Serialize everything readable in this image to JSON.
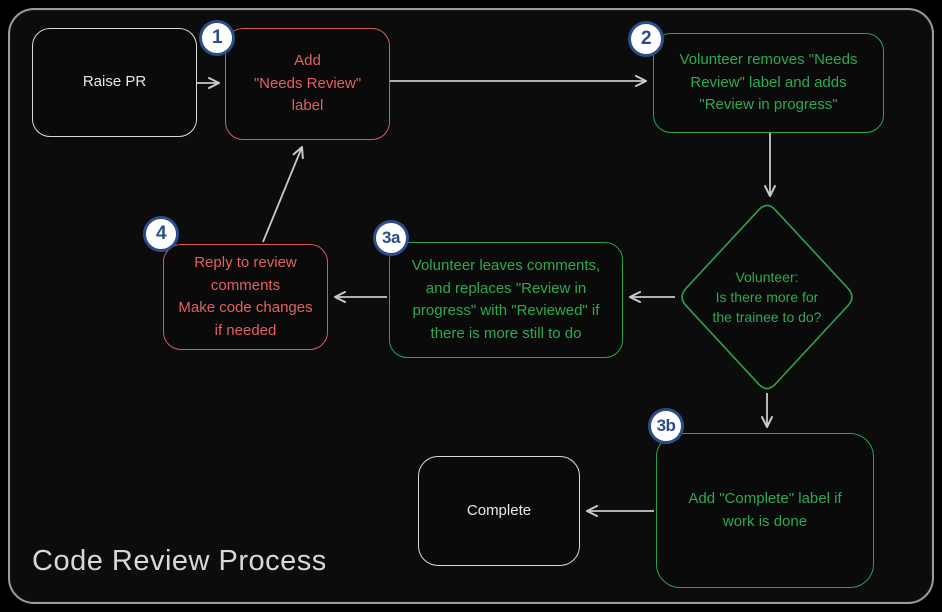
{
  "title": "Code Review Process",
  "nodes": {
    "raise_pr": {
      "label": "Raise PR"
    },
    "step1": {
      "badge": "1",
      "label": "Add\n\"Needs Review\"\nlabel"
    },
    "step2": {
      "badge": "2",
      "label": "Volunteer removes \"Needs\nReview\" label and adds\n\"Review in progress\""
    },
    "decision": {
      "label": "Volunteer:\nIs there more for\nthe trainee to do?"
    },
    "step3a": {
      "badge": "3a",
      "label": "Volunteer leaves comments,\nand replaces \"Review in\nprogress\" with \"Reviewed\" if\nthere is more still to do"
    },
    "step4": {
      "badge": "4",
      "label": "Reply to review\ncomments\nMake code changes\nif needed"
    },
    "step3b": {
      "badge": "3b",
      "label": "Add \"Complete\" label if\nwork is done"
    },
    "complete": {
      "label": "Complete"
    }
  },
  "edges": [
    {
      "from": "raise_pr",
      "to": "step1"
    },
    {
      "from": "step1",
      "to": "step2"
    },
    {
      "from": "step2",
      "to": "decision"
    },
    {
      "from": "decision",
      "to": "step3a"
    },
    {
      "from": "step3a",
      "to": "step4"
    },
    {
      "from": "step4",
      "to": "step1"
    },
    {
      "from": "decision",
      "to": "step3b"
    },
    {
      "from": "step3b",
      "to": "complete"
    }
  ],
  "colors": {
    "background": "#000000",
    "canvas": "#0c0c0c",
    "frame_border": "#9b9b9b",
    "red_node": "#e26060",
    "green_node": "#2ea950",
    "neutral_node": "#e8e8e8",
    "badge_background": "#ffffff",
    "badge_accent": "#2b4d8c",
    "arrow": "#c9c9c9"
  }
}
